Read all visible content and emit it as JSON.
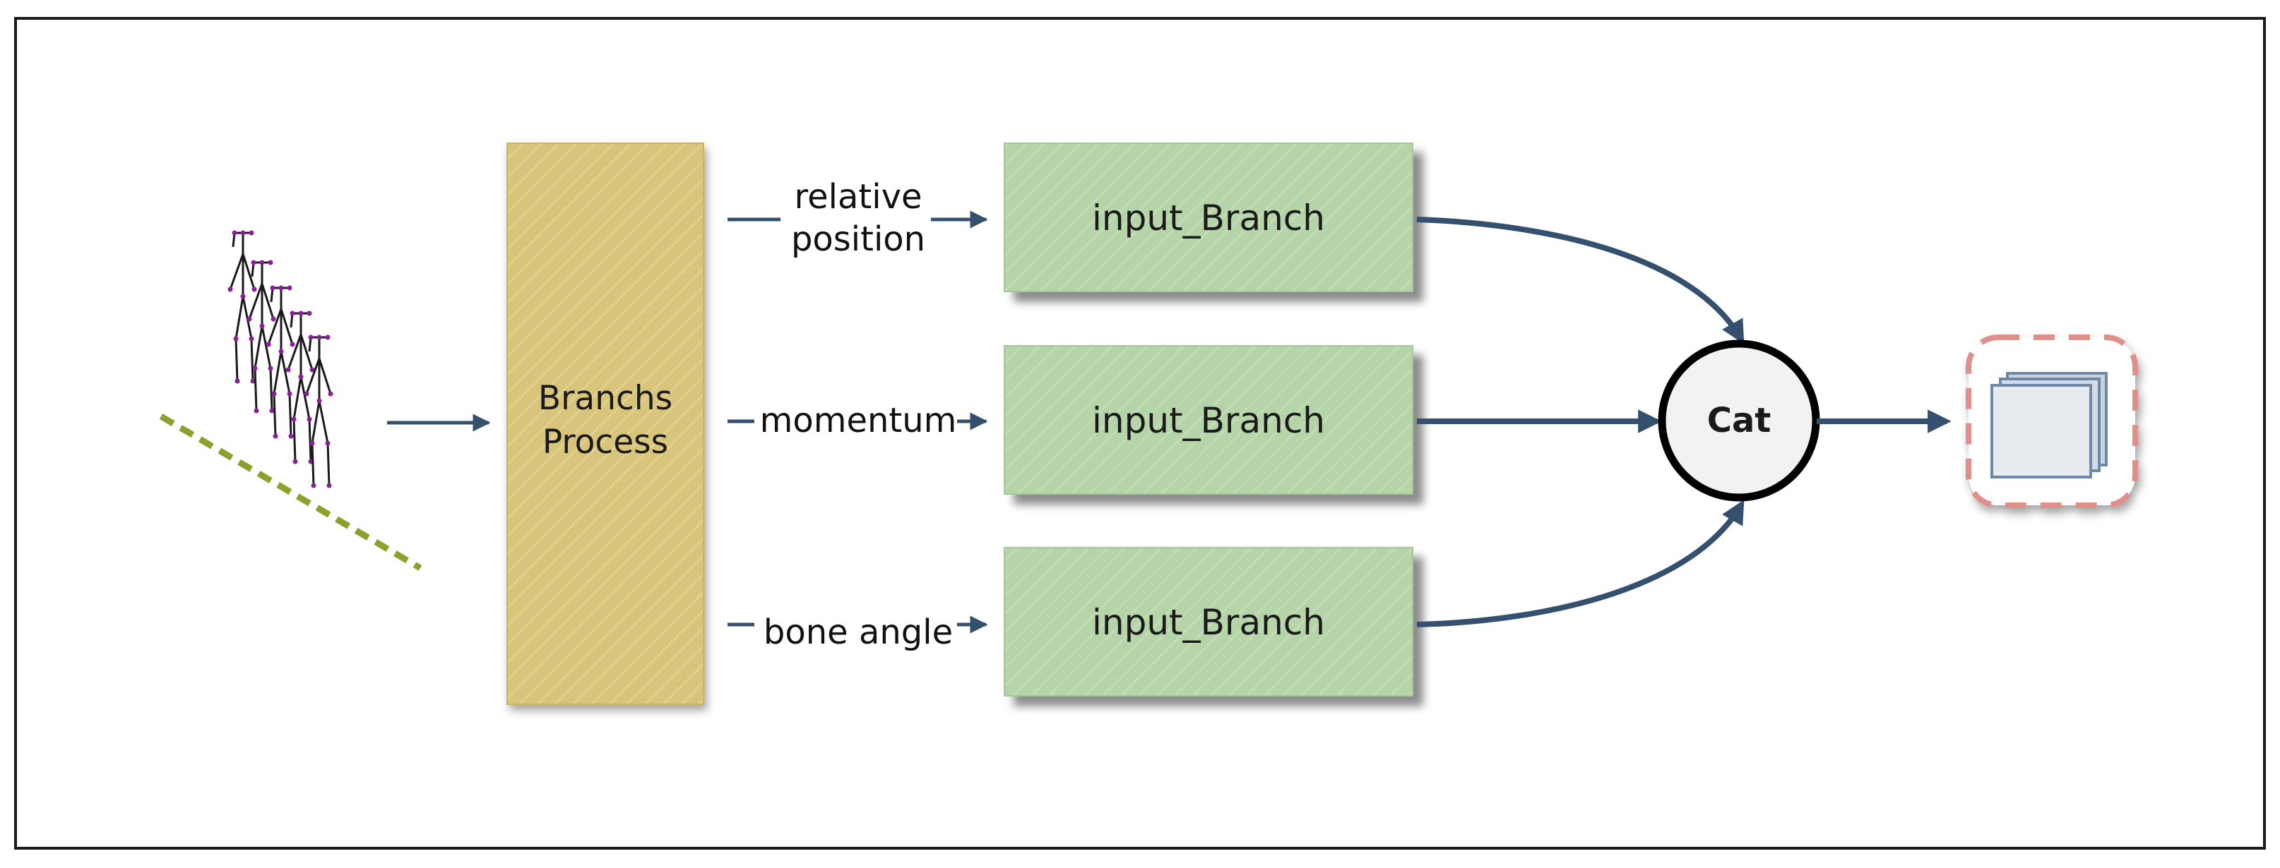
{
  "diagram": {
    "process_box": {
      "line1": "Branchs",
      "line2": "Process"
    },
    "branches": [
      {
        "label_line1": "relative",
        "label_line2": "position",
        "box_label": "input_Branch"
      },
      {
        "label_line1": "momentum",
        "label_line2": "",
        "box_label": "input_Branch"
      },
      {
        "label_line1": "bone angle",
        "label_line2": "",
        "box_label": "input_Branch"
      }
    ],
    "concat_node": {
      "label": "Cat"
    },
    "colors": {
      "process_fill": "#d8c47a",
      "branch_fill": "#b5d5a8",
      "arrow": "#34506e",
      "ground_line": "#8ea02c",
      "output_dash": "#e0908a",
      "skeleton_joint": "#8a1f9a"
    },
    "icons": {
      "input": "skeleton-sequence-icon",
      "output": "feature-stack-icon"
    }
  }
}
